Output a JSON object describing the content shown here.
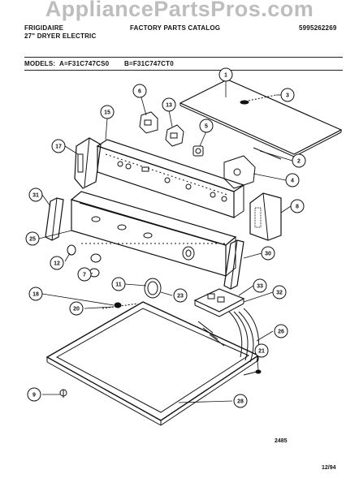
{
  "watermark": "AppliancePartsPros.com",
  "header": {
    "brand": "FRIGIDAIRE",
    "product": "27\" DRYER ELECTRIC",
    "catalog": "FACTORY PARTS CATALOG",
    "part_number": "5995262269"
  },
  "models": {
    "label": "MODELS:",
    "a": "A=F31C747CS0",
    "b": "B=F31C747CT0"
  },
  "callouts": {
    "c1": "1",
    "c2": "2",
    "c3": "3",
    "c4": "4",
    "c5": "5",
    "c6": "6",
    "c7": "7",
    "c8": "8",
    "c9": "9",
    "c11": "11",
    "c12": "12",
    "c13": "13",
    "c15": "15",
    "c17": "17",
    "c18": "18",
    "c20": "20",
    "c21": "21",
    "c23": "23",
    "c25": "25",
    "c26": "26",
    "c28": "28",
    "c30": "30",
    "c31": "31",
    "c32": "32",
    "c33": "33"
  },
  "footer": {
    "code": "2485",
    "date": "12/94"
  }
}
